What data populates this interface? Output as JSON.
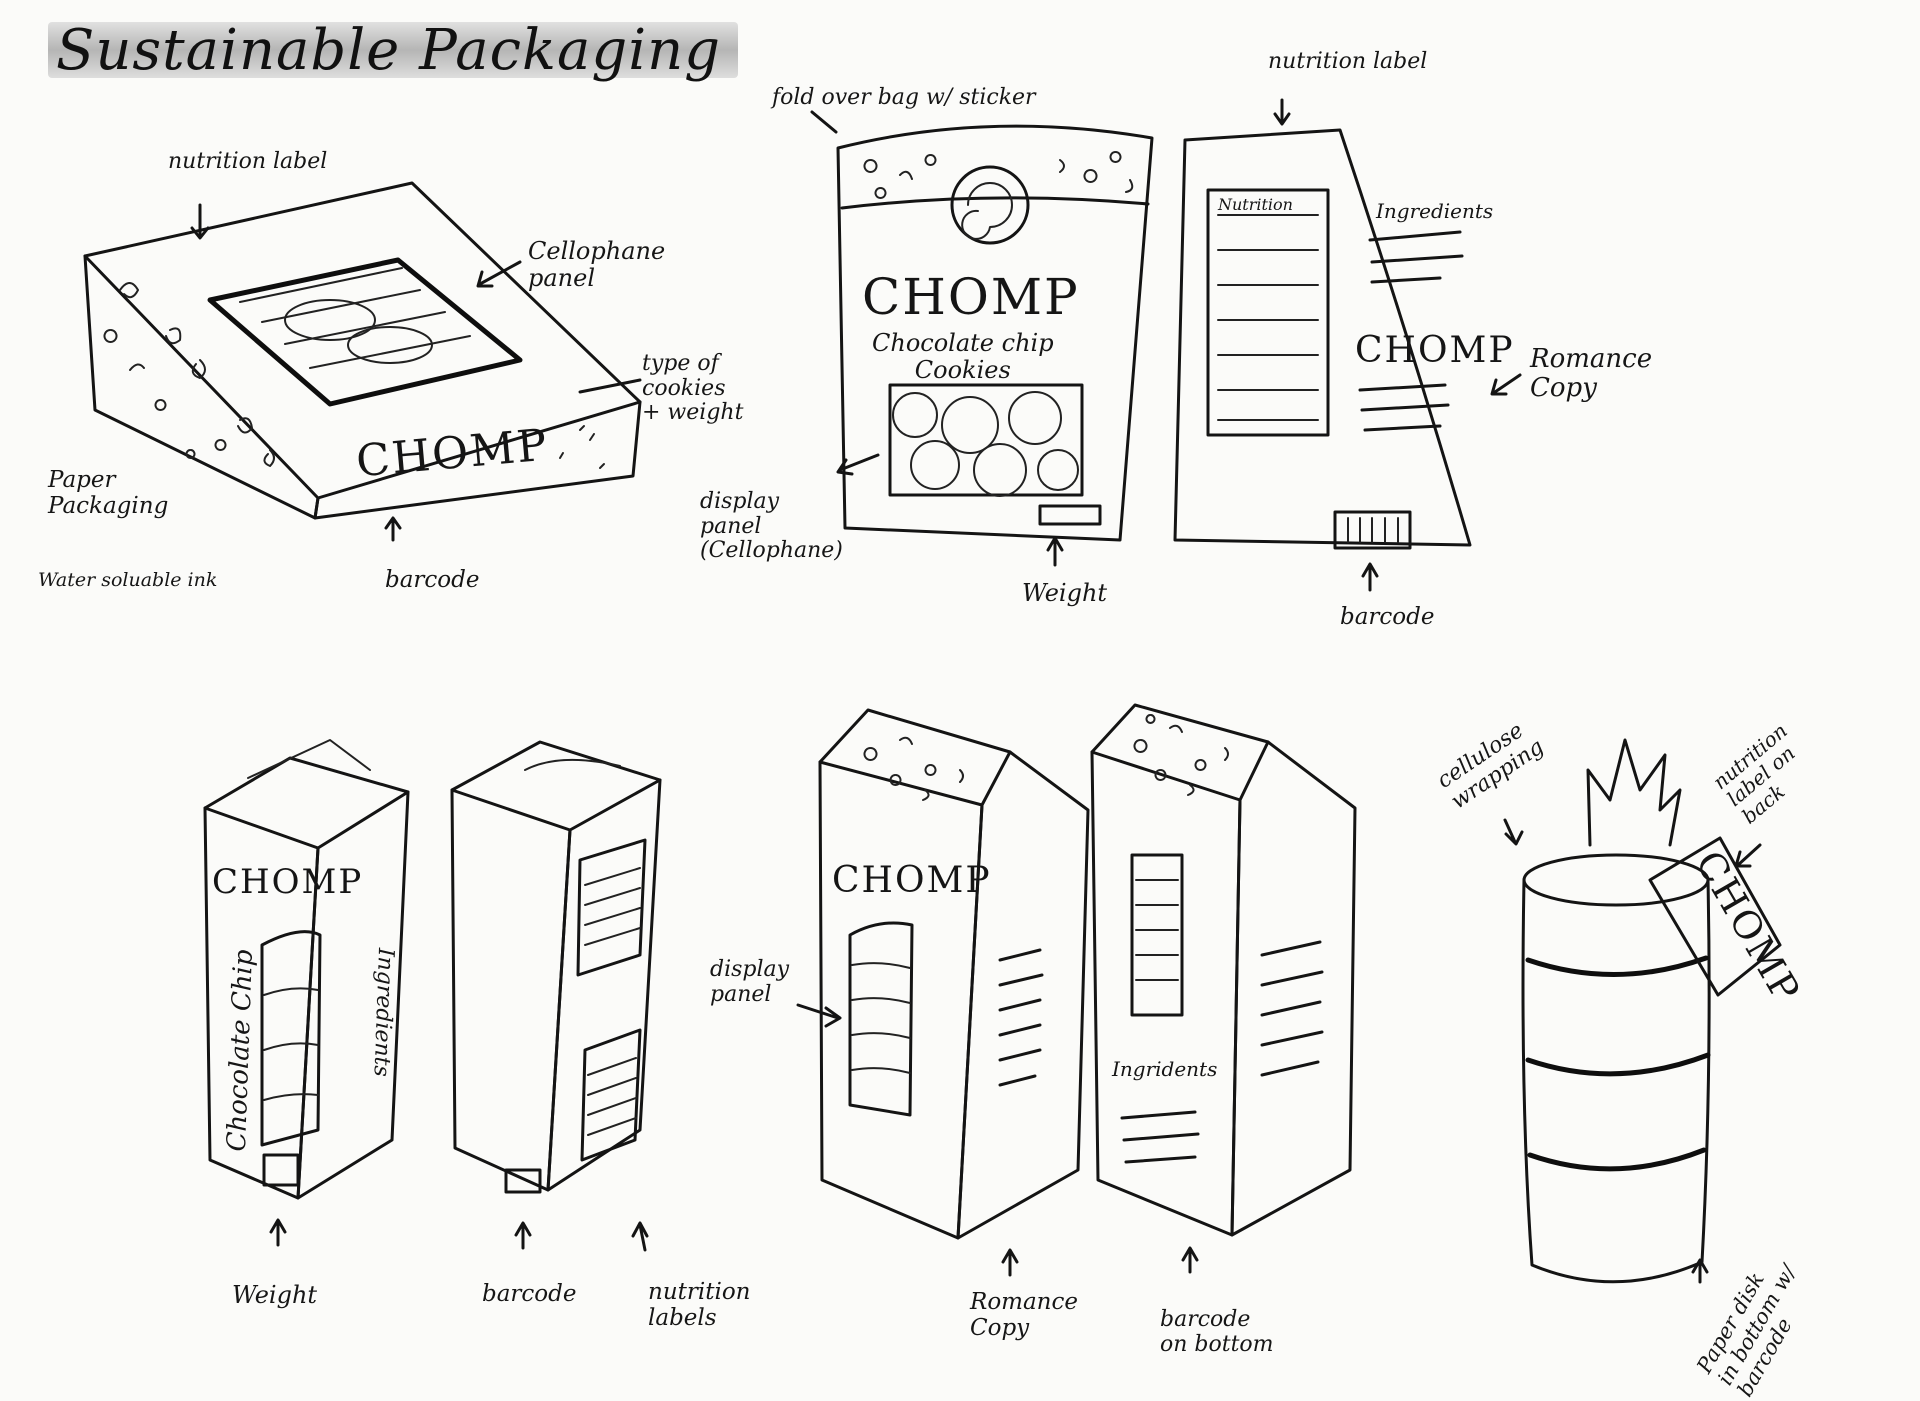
{
  "title": "Sustainable Packaging",
  "brand": "CHOMP",
  "colors": {
    "paper": "#fbfbf9",
    "ink": "#141414",
    "title_band": "#9e9e9e"
  },
  "sketch1": {
    "nutrition_label": "nutrition label",
    "cellophane_panel": "Cellophane\npanel",
    "type_weight": "type of\ncookies\n+ weight",
    "paper_packaging": "Paper\nPackaging",
    "water_ink": "Water soluable ink",
    "barcode": "barcode"
  },
  "sketch2": {
    "fold_sticker": "fold over bag w/ sticker",
    "nutrition_label": "nutrition label",
    "product_name": "Chocolate chip\nCookies",
    "nutrition_heading": "Nutrition",
    "ingredients_heading": "Ingredients",
    "romance_copy": "Romance\nCopy",
    "display_panel": "display\npanel\n(Cellophane)",
    "weight": "Weight",
    "barcode": "barcode"
  },
  "sketch3": {
    "side_flavor": "Chocolate Chip",
    "side_ingredients": "Ingredients",
    "weight": "Weight",
    "barcode": "barcode",
    "nutrition_labels": "nutrition\nlabels"
  },
  "sketch4": {
    "display_panel": "display\npanel",
    "ingredients": "Ingridents",
    "romance_copy": "Romance\nCopy",
    "barcode_bottom": "barcode\non bottom"
  },
  "sketch5": {
    "cellulose_wrapping": "cellulose\nwrapping",
    "nutrition_back": "nutrition\nlabel on\nback",
    "paper_disk": "Paper disk\nin bottom w/\nbarcode"
  }
}
